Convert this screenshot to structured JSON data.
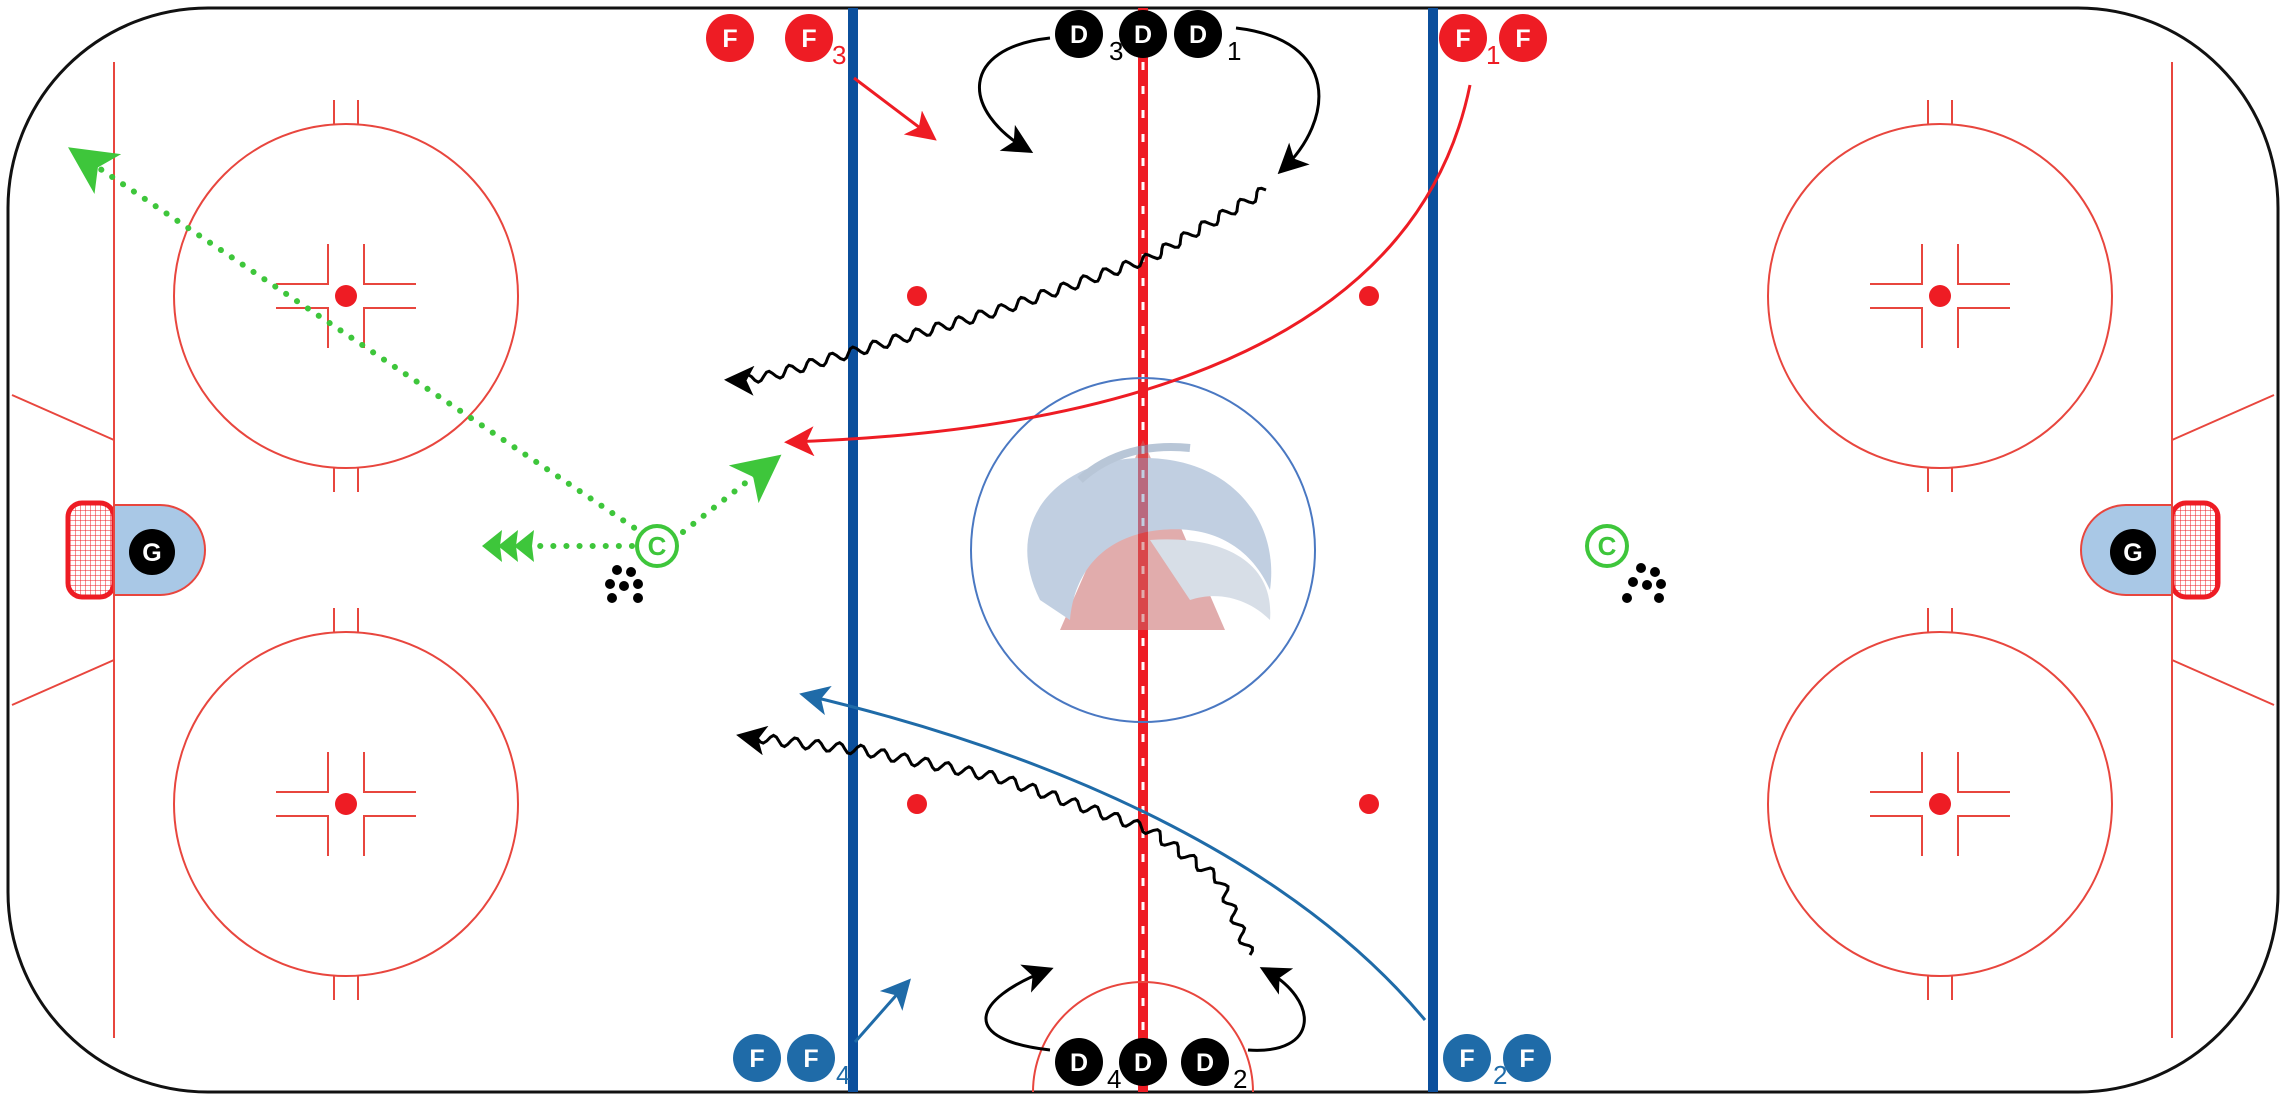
{
  "colors": {
    "red_team": "#ee1c24",
    "blue_team": "#1f6ba8",
    "defense": "#000000",
    "coach": "#3ec63b",
    "rink_red": "#e8463e",
    "rink_blue": "#0b4f9c",
    "crease": "#a9c8e6"
  },
  "logo": {
    "name": "Colorado Avalanche logo"
  },
  "goalies": [
    {
      "label": "G",
      "side": "left"
    },
    {
      "label": "G",
      "side": "right"
    }
  ],
  "coaches": [
    {
      "label": "C",
      "side": "left"
    },
    {
      "label": "C",
      "side": "right"
    }
  ],
  "players": {
    "top_left_f": {
      "label": "F",
      "team": "red"
    },
    "f3": {
      "label": "F",
      "number": "3",
      "team": "red"
    },
    "d3": {
      "label": "D",
      "number": "3",
      "team": "defense"
    },
    "d_top_center": {
      "label": "D",
      "team": "defense"
    },
    "d1": {
      "label": "D",
      "number": "1",
      "team": "defense"
    },
    "f1": {
      "label": "F",
      "number": "1",
      "team": "red"
    },
    "top_right_f": {
      "label": "F",
      "team": "red"
    },
    "bottom_left_f": {
      "label": "F",
      "team": "blue"
    },
    "f4": {
      "label": "F",
      "number": "4",
      "team": "blue"
    },
    "d4": {
      "label": "D",
      "number": "4",
      "team": "defense"
    },
    "d_bottom_center": {
      "label": "D",
      "team": "defense"
    },
    "d2": {
      "label": "D",
      "number": "2",
      "team": "defense"
    },
    "f2": {
      "label": "F",
      "number": "2",
      "team": "blue"
    },
    "bottom_right_f": {
      "label": "F",
      "team": "blue"
    }
  }
}
